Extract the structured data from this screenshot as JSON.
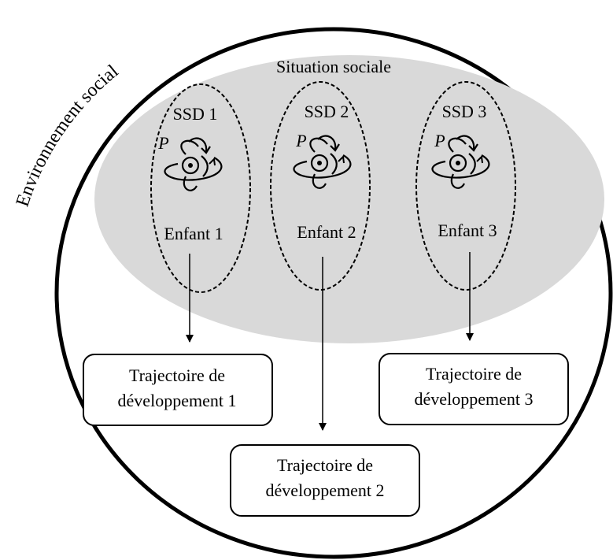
{
  "environment": {
    "label": "Environnement social"
  },
  "situation": {
    "label": "Situation sociale",
    "fill_color": "#d9d9d9"
  },
  "children": [
    {
      "ssd_label": "SSD 1",
      "p_label": "P",
      "child_label": "Enfant 1",
      "trajectory_line1": "Trajectoire de",
      "trajectory_line2": "développement 1",
      "icon": "orbit-spiral-icon"
    },
    {
      "ssd_label": "SSD 2",
      "p_label": "P",
      "child_label": "Enfant 2",
      "trajectory_line1": "Trajectoire de",
      "trajectory_line2": "développement 2",
      "icon": "orbit-spiral-icon"
    },
    {
      "ssd_label": "SSD 3",
      "p_label": "P",
      "child_label": "Enfant 3",
      "trajectory_line1": "Trajectoire de",
      "trajectory_line2": "développement 3",
      "icon": "orbit-spiral-icon"
    }
  ],
  "colors": {
    "stroke": "#000000",
    "background": "#ffffff"
  }
}
